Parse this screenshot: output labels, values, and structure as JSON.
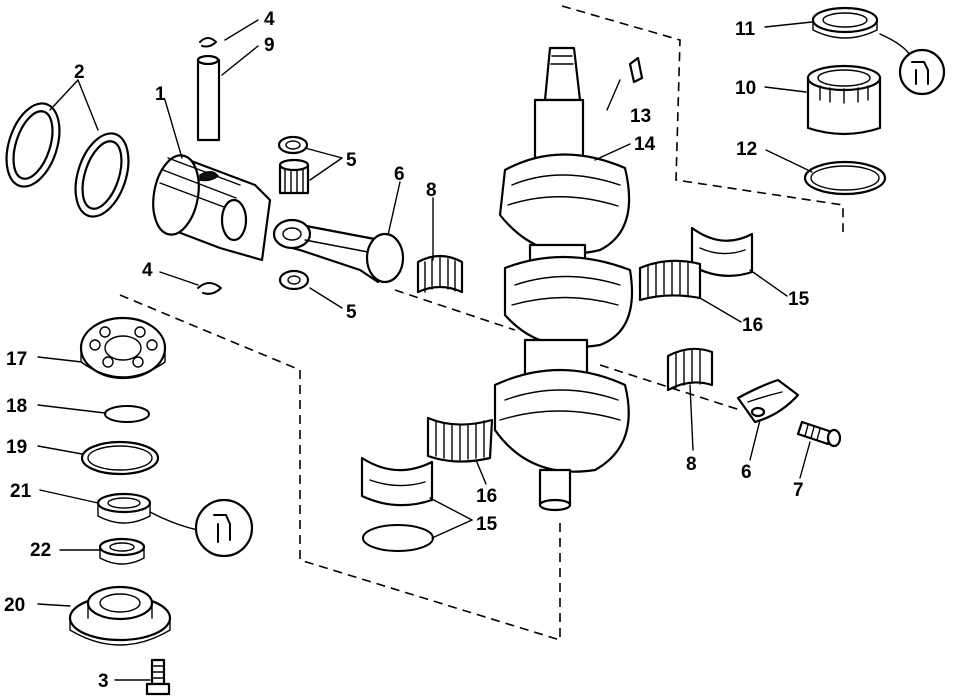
{
  "diagram": {
    "callouts": [
      {
        "id": "c1",
        "text": "1"
      },
      {
        "id": "c2",
        "text": "2"
      },
      {
        "id": "c3",
        "text": "3"
      },
      {
        "id": "c4a",
        "text": "4"
      },
      {
        "id": "c4b",
        "text": "4"
      },
      {
        "id": "c5a",
        "text": "5"
      },
      {
        "id": "c5b",
        "text": "5"
      },
      {
        "id": "c6a",
        "text": "6"
      },
      {
        "id": "c6b",
        "text": "6"
      },
      {
        "id": "c7",
        "text": "7"
      },
      {
        "id": "c8a",
        "text": "8"
      },
      {
        "id": "c8b",
        "text": "8"
      },
      {
        "id": "c9",
        "text": "9"
      },
      {
        "id": "c10",
        "text": "10"
      },
      {
        "id": "c11",
        "text": "11"
      },
      {
        "id": "c12",
        "text": "12"
      },
      {
        "id": "c13",
        "text": "13"
      },
      {
        "id": "c14",
        "text": "14"
      },
      {
        "id": "c15a",
        "text": "15"
      },
      {
        "id": "c15b",
        "text": "15"
      },
      {
        "id": "c16a",
        "text": "16"
      },
      {
        "id": "c16b",
        "text": "16"
      },
      {
        "id": "c17",
        "text": "17"
      },
      {
        "id": "c18",
        "text": "18"
      },
      {
        "id": "c19",
        "text": "19"
      },
      {
        "id": "c20",
        "text": "20"
      },
      {
        "id": "c21",
        "text": "21"
      },
      {
        "id": "c22",
        "text": "22"
      }
    ]
  }
}
